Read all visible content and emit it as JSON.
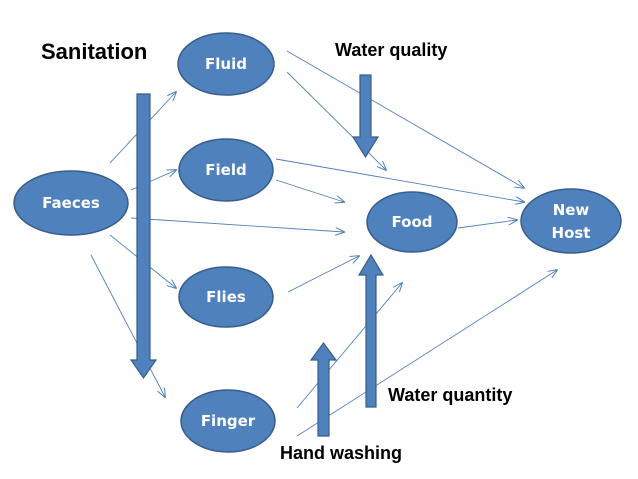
{
  "colors": {
    "node_fill": "#4f81bd",
    "node_stroke": "#385d8a",
    "arrow": "#4f81bd",
    "label_text": "#ffffff",
    "annotation_text": "#000000"
  },
  "nodes": {
    "faeces": "Faeces",
    "fluid": "Fluid",
    "field": "Field",
    "flies": "Flies",
    "finger": "Finger",
    "food": "Food",
    "new_host": [
      "New",
      "Host"
    ]
  },
  "annotations": {
    "sanitation": "Sanitation",
    "water_quality": "Water quality",
    "water_quantity": "Water quantity",
    "hand_washing": "Hand washing"
  }
}
